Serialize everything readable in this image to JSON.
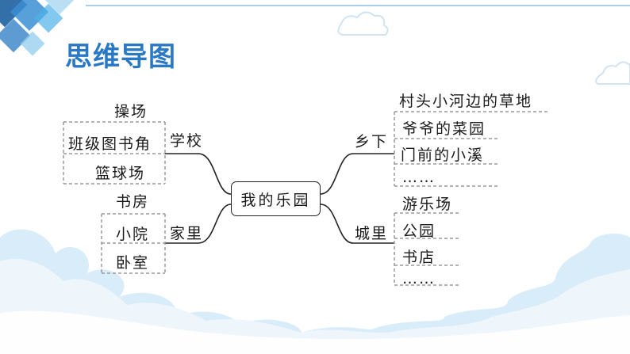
{
  "page": {
    "title": "思维导图",
    "colors": {
      "title": "#2a79c4",
      "accent_dark": "#1d5fa0",
      "accent_light": "#4fb0e8",
      "cloud": "#d9ecf9",
      "cloud_light": "#eef6fc",
      "line": "#222222",
      "dash": "#9a9a9a"
    }
  },
  "mindmap": {
    "center": "我的乐园",
    "left": [
      {
        "label": "学校",
        "items": [
          "操场",
          "班级图书角",
          "篮球场"
        ]
      },
      {
        "label": "家里",
        "items": [
          "书房",
          "小院",
          "卧室"
        ]
      }
    ],
    "right": [
      {
        "label": "乡下",
        "items": [
          "村头小河边的草地",
          "爷爷的菜园",
          "门前的小溪",
          "……"
        ]
      },
      {
        "label": "城里",
        "items": [
          "游乐场",
          "公园",
          "书店",
          "……"
        ]
      }
    ]
  }
}
